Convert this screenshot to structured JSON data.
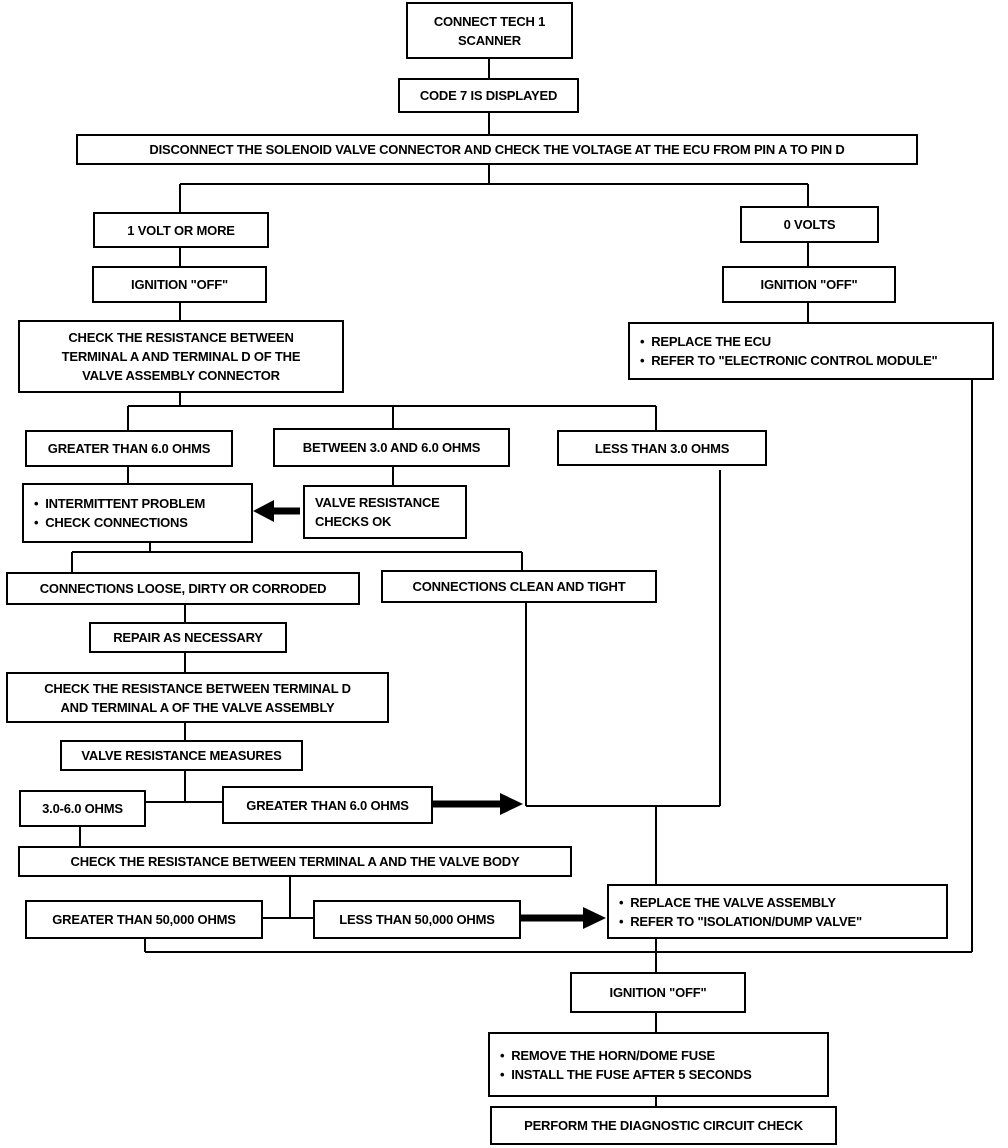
{
  "boxes": {
    "connect_tech": [
      "CONNECT TECH 1",
      "SCANNER"
    ],
    "code7": [
      "CODE 7 IS DISPLAYED"
    ],
    "disconnect": [
      "DISCONNECT THE SOLENOID VALVE CONNECTOR AND CHECK THE VOLTAGE AT THE ECU FROM PIN A TO PIN D"
    ],
    "one_volt": [
      "1 VOLT OR MORE"
    ],
    "zero_volts": [
      "0 VOLTS"
    ],
    "ign_off_left": [
      "IGNITION \"OFF\""
    ],
    "ign_off_right": [
      "IGNITION \"OFF\""
    ],
    "check_res_ad": [
      "CHECK THE RESISTANCE BETWEEN",
      "TERMINAL A AND TERMINAL D OF THE",
      "VALVE ASSEMBLY CONNECTOR"
    ],
    "replace_ecu": [
      "REPLACE THE ECU",
      "REFER TO \"ELECTRONIC CONTROL MODULE\""
    ],
    "greater_6": [
      "GREATER THAN 6.0 OHMS"
    ],
    "between_3_6": [
      "BETWEEN 3.0 AND 6.0 OHMS"
    ],
    "less_3": [
      "LESS THAN 3.0 OHMS"
    ],
    "intermittent": [
      "INTERMITTENT PROBLEM",
      "CHECK CONNECTIONS"
    ],
    "valve_ok": [
      "VALVE RESISTANCE",
      "CHECKS OK"
    ],
    "conn_loose": [
      "CONNECTIONS LOOSE, DIRTY OR CORRODED"
    ],
    "conn_clean": [
      "CONNECTIONS CLEAN AND TIGHT"
    ],
    "repair": [
      "REPAIR AS NECESSARY"
    ],
    "check_res_da": [
      "CHECK THE RESISTANCE BETWEEN TERMINAL D",
      "AND TERMINAL A OF THE VALVE ASSEMBLY"
    ],
    "valve_measures": [
      "VALVE RESISTANCE MEASURES"
    ],
    "ohms_3_6": [
      "3.0-6.0 OHMS"
    ],
    "greater_6b": [
      "GREATER THAN 6.0 OHMS"
    ],
    "check_res_body": [
      "CHECK THE RESISTANCE BETWEEN TERMINAL A AND THE VALVE BODY"
    ],
    "greater_50k": [
      "GREATER THAN 50,000 OHMS"
    ],
    "less_50k": [
      "LESS THAN 50,000 OHMS"
    ],
    "replace_valve": [
      "REPLACE THE VALVE ASSEMBLY",
      "REFER TO \"ISOLATION/DUMP VALVE\""
    ],
    "ign_off_bottom": [
      "IGNITION \"OFF\""
    ],
    "remove_fuse": [
      "REMOVE THE HORN/DOME FUSE",
      "INSTALL THE FUSE AFTER 5 SECONDS"
    ],
    "perform_check": [
      "PERFORM THE DIAGNOSTIC CIRCUIT CHECK"
    ]
  }
}
